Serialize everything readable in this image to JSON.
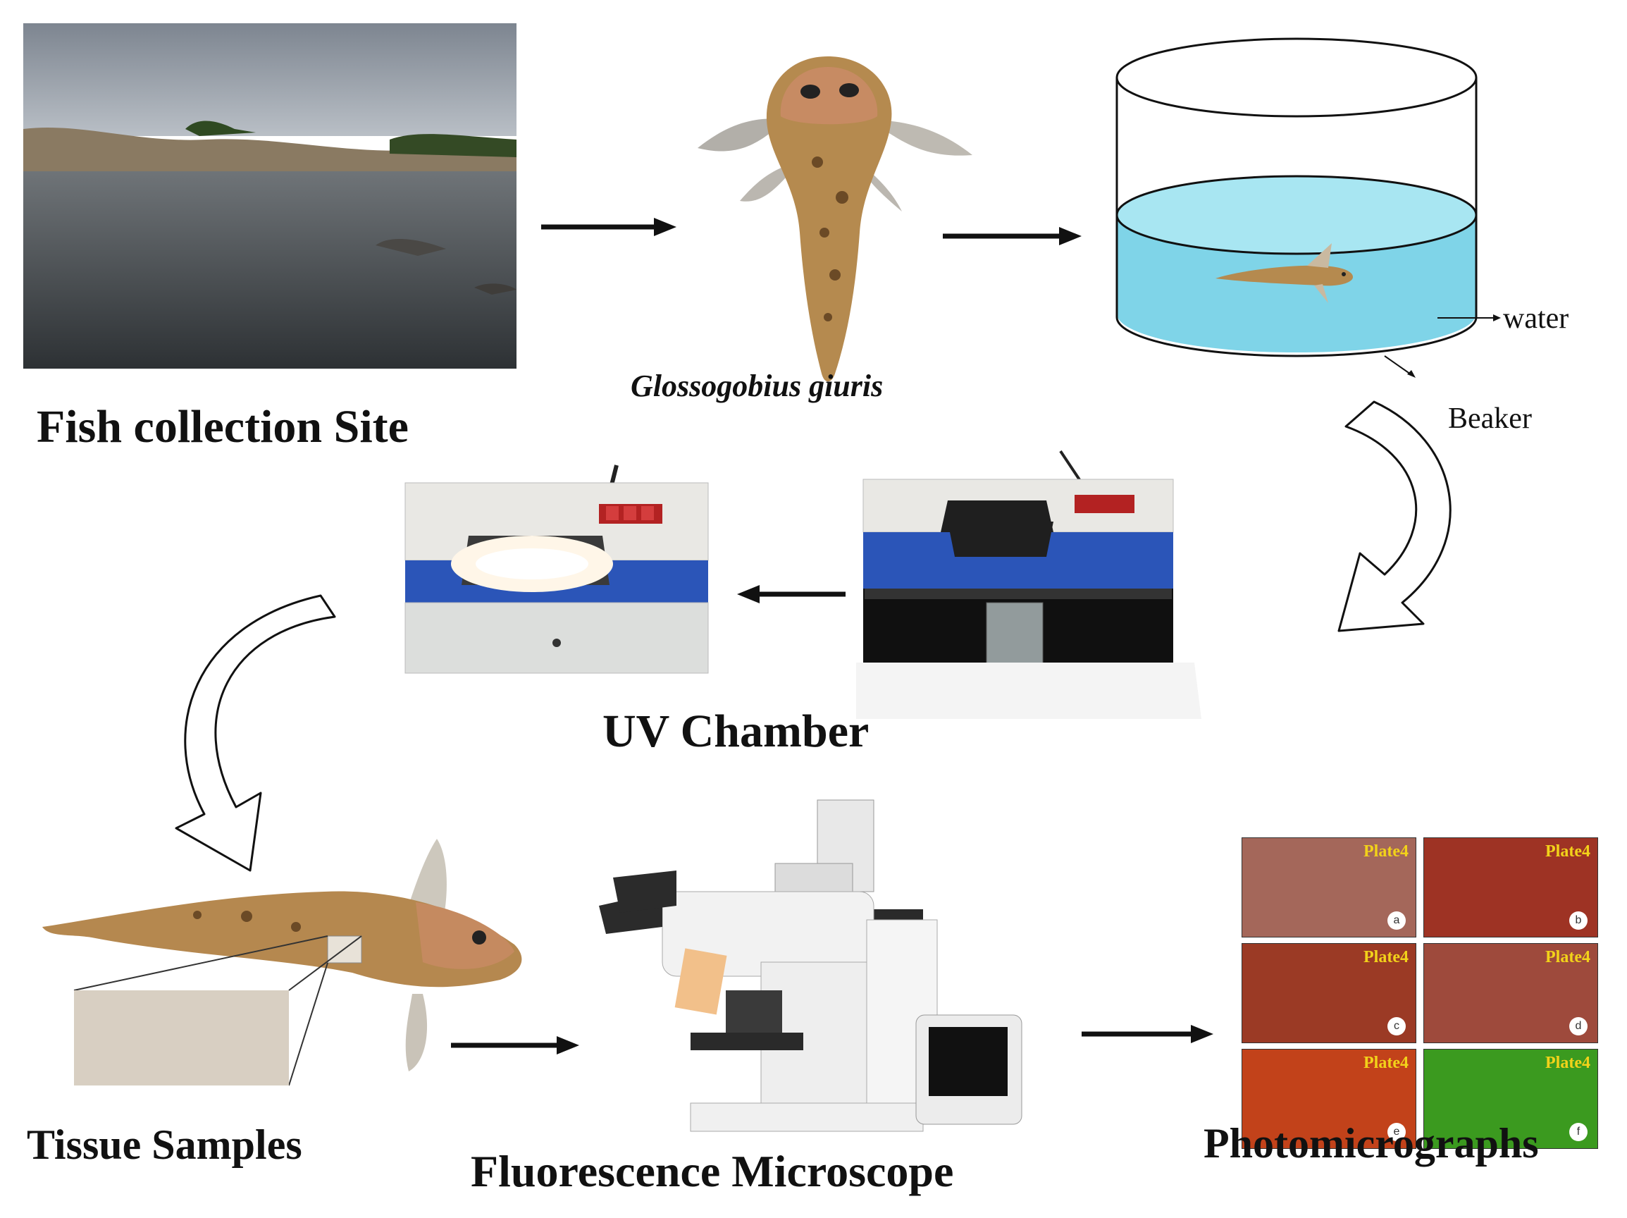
{
  "steps": {
    "collection_site": {
      "label": "Fish collection Site"
    },
    "species": {
      "label": "Glossogobius giuris"
    },
    "beaker": {
      "water_label": "water",
      "beaker_label": "Beaker"
    },
    "uv_chamber": {
      "label": "UV Chamber"
    },
    "tissue": {
      "label": "Tissue Samples"
    },
    "microscope": {
      "label": "Fluorescence Microscope"
    },
    "photos": {
      "label": "Photomicrographs",
      "plates": [
        {
          "tag": "Plate4",
          "mark": "a",
          "color": "#a4675a"
        },
        {
          "tag": "Plate4",
          "mark": "b",
          "color": "#9e3324"
        },
        {
          "tag": "Plate4",
          "mark": "c",
          "color": "#9b3a25"
        },
        {
          "tag": "Plate4",
          "mark": "d",
          "color": "#9e4a3c"
        },
        {
          "tag": "Plate4",
          "mark": "e",
          "color": "#c2421a"
        },
        {
          "tag": "Plate4",
          "mark": "f",
          "color": "#3b9a1f"
        }
      ]
    }
  },
  "colors": {
    "water": "#7fd4e8",
    "arrow": "#111111",
    "uv_blue": "#2b55b8"
  }
}
